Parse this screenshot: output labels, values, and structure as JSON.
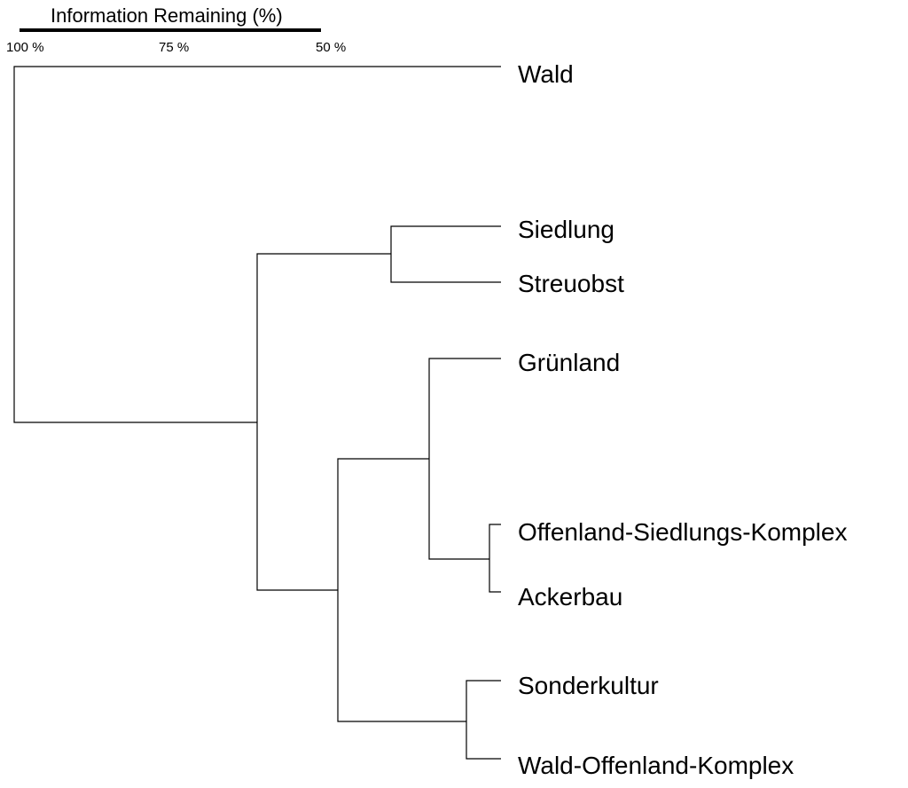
{
  "scale": {
    "title": "Information Remaining (%)",
    "ticks": [
      "100 %",
      "75 %",
      "50 %"
    ]
  },
  "leaves": [
    "Wald",
    "Siedlung",
    "Streuobst",
    "Grünland",
    "Offenland-Siedlungs-Komplex",
    "Ackerbau",
    "Sonderkultur",
    "Wald-Offenland-Komplex"
  ]
}
